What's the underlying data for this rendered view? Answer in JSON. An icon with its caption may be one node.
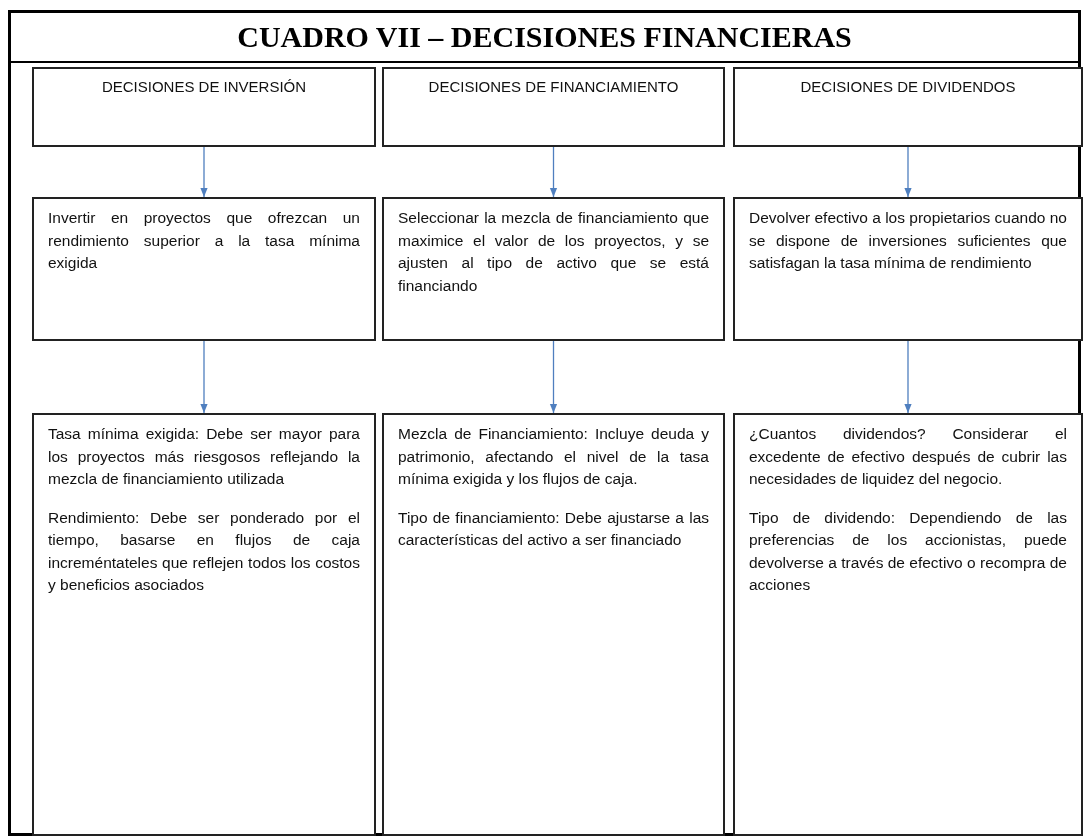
{
  "diagram": {
    "title": "CUADRO VII – DECISIONES FINANCIERAS",
    "nodes": [
      {
        "text": [
          "DECISIONES DE INVERSIÓN"
        ]
      },
      {
        "text": [
          "DECISIONES DE FINANCIAMIENTO"
        ]
      },
      {
        "text": [
          "DECISIONES DE DIVIDENDOS"
        ]
      },
      {
        "text": [
          "Invertir en proyectos que ofrezcan un rendimiento superior a la tasa mínima exigida"
        ]
      },
      {
        "text": [
          "Seleccionar la mezcla de financiamiento que maximice el valor de los proyectos, y se ajusten al tipo de activo que se está financiando"
        ]
      },
      {
        "text": [
          "Devolver efectivo a los propietarios cuando no se dispone de inversiones suficientes que satisfagan la tasa mínima de rendimiento"
        ]
      },
      {
        "text": [
          "Tasa mínima exigida: Debe ser mayor para los proyectos más riesgosos reflejando la mezcla de financiamiento utilizada",
          "Rendimiento: Debe ser ponderado por el tiempo, basarse en flujos de caja increméntateles que reflejen todos los costos y beneficios asociados"
        ]
      },
      {
        "text": [
          "Mezcla de Financiamiento: Incluye deuda y patrimonio, afectando el nivel de la tasa mínima exigida y los flujos de caja.",
          "Tipo de financiamiento: Debe ajustarse a las características del activo a ser financiado"
        ]
      },
      {
        "text": [
          "¿Cuantos dividendos? Considerar el excedente de efectivo después de cubrir las necesidades de liquidez del negocio.",
          "Tipo de dividendo: Dependiendo de las preferencias de los accionistas, puede devolverse a través de efectivo o recompra de acciones"
        ]
      }
    ],
    "edges": [
      {
        "from": 0,
        "to": 3,
        "arrow": "to"
      },
      {
        "from": 1,
        "to": 4,
        "arrow": "to"
      },
      {
        "from": 2,
        "to": 5,
        "arrow": "to"
      },
      {
        "from": 3,
        "to": 6,
        "arrow": "to"
      },
      {
        "from": 4,
        "to": 7,
        "arrow": "to"
      },
      {
        "from": 5,
        "to": 8,
        "arrow": "to"
      }
    ]
  }
}
